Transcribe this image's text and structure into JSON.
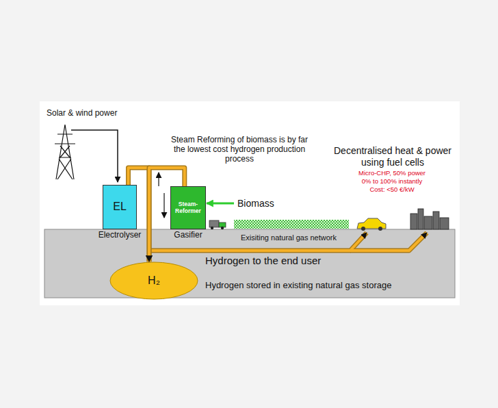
{
  "diagram": {
    "nodes": [
      {
        "text": [
          "EL",
          "Electrolyser"
        ]
      },
      {
        "text": [
          "Steam-Reformer",
          "Gasifier"
        ]
      },
      {
        "text": [
          "H₂"
        ]
      }
    ],
    "edges": [
      {
        "from": 0,
        "to": 2,
        "arrow": "to"
      },
      {
        "from": 1,
        "to": 2,
        "arrow": "to"
      }
    ],
    "labels": [
      "Solar & wind power",
      "Steam Reforming of biomass is by far the lowest cost hydrogen production process",
      "Decentralised heat & power using fuel cells",
      "Micro-CHP, 50% power",
      "0% to 100% instantly",
      "Cost: <50 €/kW",
      "Biomass",
      "Exisiting natural gas network",
      "Hydrogen to the end user",
      "Hydrogen stored in existing natural gas storage"
    ]
  }
}
